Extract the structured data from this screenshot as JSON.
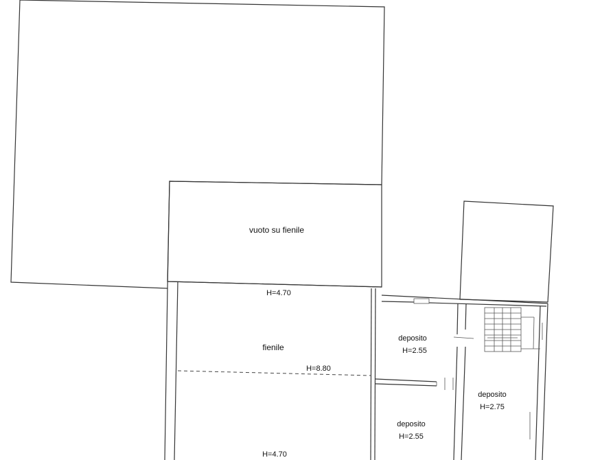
{
  "plan": {
    "labels": {
      "vuoto_su_fienile": "vuoto su fienile",
      "h_top_fienile": "H=4.70",
      "fienile": "fienile",
      "h_ridge": "H=8.80",
      "h_bottom_fienile": "H=4.70",
      "deposito_1": "deposito",
      "deposito_1_h": "H=2.55",
      "deposito_2": "deposito",
      "deposito_2_h": "H=2.55",
      "deposito_3": "deposito",
      "deposito_3_h": "H=2.75"
    },
    "line_color": "#333333",
    "background": "#ffffff"
  }
}
